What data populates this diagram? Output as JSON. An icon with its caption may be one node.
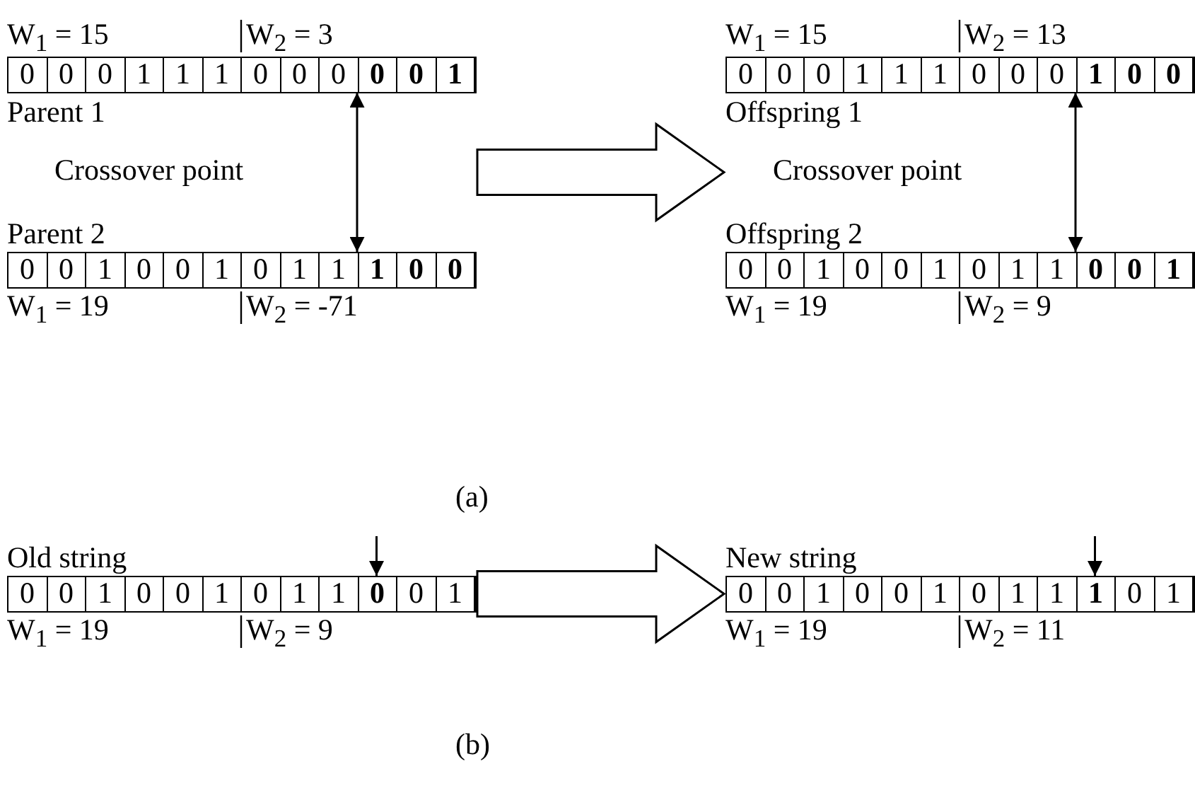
{
  "diagram": {
    "nodes": [
      {
        "text": [
          "Parent 1"
        ],
        "beside": [
          "W$_{1}$ = 15",
          "W$_{2}$ = 3"
        ]
      },
      {
        "text": [
          "0"
        ],
        "in": 0
      },
      {
        "text": [
          "0"
        ],
        "in": 0
      },
      {
        "text": [
          "0"
        ],
        "in": 0
      },
      {
        "text": [
          "1"
        ],
        "in": 0
      },
      {
        "text": [
          "1"
        ],
        "in": 0
      },
      {
        "text": [
          "1"
        ],
        "in": 0
      },
      {
        "text": [
          "0"
        ],
        "in": 0
      },
      {
        "text": [
          "0"
        ],
        "in": 0
      },
      {
        "text": [
          "0"
        ],
        "in": 0
      },
      {
        "text": [
          "0"
        ],
        "in": 0
      },
      {
        "text": [
          "0"
        ],
        "in": 0
      },
      {
        "text": [
          "1"
        ],
        "in": 0
      },
      {
        "text": [
          "Parent 2"
        ],
        "beside": [
          "W$_{1}$ = 19",
          "W$_{2}$ = -71"
        ]
      },
      {
        "text": [
          "0"
        ],
        "in": 13
      },
      {
        "text": [
          "0"
        ],
        "in": 13
      },
      {
        "text": [
          "1"
        ],
        "in": 13
      },
      {
        "text": [
          "0"
        ],
        "in": 13
      },
      {
        "text": [
          "0"
        ],
        "in": 13
      },
      {
        "text": [
          "1"
        ],
        "in": 13
      },
      {
        "text": [
          "0"
        ],
        "in": 13
      },
      {
        "text": [
          "1"
        ],
        "in": 13
      },
      {
        "text": [
          "1"
        ],
        "in": 13
      },
      {
        "text": [
          "1"
        ],
        "in": 13
      },
      {
        "text": [
          "0"
        ],
        "in": 13
      },
      {
        "text": [
          "0"
        ],
        "in": 13
      },
      {
        "text": [
          "Offspring 1"
        ],
        "beside": [
          "W$_{1}$ = 15",
          "W$_{2}$ = 13"
        ]
      },
      {
        "text": [
          "0"
        ],
        "in": 26
      },
      {
        "text": [
          "0"
        ],
        "in": 26
      },
      {
        "text": [
          "0"
        ],
        "in": 26
      },
      {
        "text": [
          "1"
        ],
        "in": 26
      },
      {
        "text": [
          "1"
        ],
        "in": 26
      },
      {
        "text": [
          "1"
        ],
        "in": 26
      },
      {
        "text": [
          "0"
        ],
        "in": 26
      },
      {
        "text": [
          "0"
        ],
        "in": 26
      },
      {
        "text": [
          "0"
        ],
        "in": 26
      },
      {
        "text": [
          "1"
        ],
        "in": 26
      },
      {
        "text": [
          "0"
        ],
        "in": 26
      },
      {
        "text": [
          "0"
        ],
        "in": 26
      },
      {
        "text": [
          "Offspring 2"
        ],
        "beside": [
          "W$_{1}$ = 19",
          "W$_{2}$ = 9"
        ]
      },
      {
        "text": [
          "0"
        ],
        "in": 39
      },
      {
        "text": [
          "0"
        ],
        "in": 39
      },
      {
        "text": [
          "1"
        ],
        "in": 39
      },
      {
        "text": [
          "0"
        ],
        "in": 39
      },
      {
        "text": [
          "0"
        ],
        "in": 39
      },
      {
        "text": [
          "1"
        ],
        "in": 39
      },
      {
        "text": [
          "0"
        ],
        "in": 39
      },
      {
        "text": [
          "1"
        ],
        "in": 39
      },
      {
        "text": [
          "1"
        ],
        "in": 39
      },
      {
        "text": [
          "0"
        ],
        "in": 39
      },
      {
        "text": [
          "0"
        ],
        "in": 39
      },
      {
        "text": [
          "1"
        ],
        "in": 39
      },
      {
        "text": [
          "Old string"
        ],
        "beside": [
          "W$_{1}$ = 19",
          "W$_{2}$ = 9"
        ]
      },
      {
        "text": [
          "0"
        ],
        "in": 52
      },
      {
        "text": [
          "0"
        ],
        "in": 52
      },
      {
        "text": [
          "1"
        ],
        "in": 52
      },
      {
        "text": [
          "0"
        ],
        "in": 52
      },
      {
        "text": [
          "0"
        ],
        "in": 52
      },
      {
        "text": [
          "1"
        ],
        "in": 52
      },
      {
        "text": [
          "0"
        ],
        "in": 52
      },
      {
        "text": [
          "1"
        ],
        "in": 52
      },
      {
        "text": [
          "1"
        ],
        "in": 52
      },
      {
        "text": [
          "0"
        ],
        "in": 52
      },
      {
        "text": [
          "0"
        ],
        "in": 52
      },
      {
        "text": [
          "1"
        ],
        "in": 52
      },
      {
        "text": [
          "New string"
        ],
        "beside": [
          "W$_{1}$ = 19",
          "W$_{2}$ = 11"
        ]
      },
      {
        "text": [
          "0"
        ],
        "in": 65
      },
      {
        "text": [
          "0"
        ],
        "in": 65
      },
      {
        "text": [
          "1"
        ],
        "in": 65
      },
      {
        "text": [
          "0"
        ],
        "in": 65
      },
      {
        "text": [
          "0"
        ],
        "in": 65
      },
      {
        "text": [
          "1"
        ],
        "in": 65
      },
      {
        "text": [
          "0"
        ],
        "in": 65
      },
      {
        "text": [
          "1"
        ],
        "in": 65
      },
      {
        "text": [
          "1"
        ],
        "in": 65
      },
      {
        "text": [
          "1"
        ],
        "in": 65
      },
      {
        "text": [
          "0"
        ],
        "in": 65
      },
      {
        "text": [
          "1"
        ],
        "in": 65
      }
    ],
    "edges": [
      {
        "from": 0,
        "to": 13,
        "arrow": "both",
        "label": "Crossover point"
      },
      {
        "from": 26,
        "to": 39,
        "arrow": "both",
        "label": "Crossover point"
      },
      {
        "from": null,
        "to": 62,
        "arrow": "to"
      },
      {
        "from": null,
        "to": 75,
        "arrow": "to"
      },
      {
        "from": 0,
        "to": 26,
        "arrow": "to",
        "style": "thick"
      },
      {
        "from": 13,
        "to": 39,
        "arrow": "to",
        "style": "thick"
      },
      {
        "from": 52,
        "to": 65,
        "arrow": "to",
        "style": "thick"
      }
    ],
    "labels": [
      "(a)",
      "(b)"
    ]
  }
}
